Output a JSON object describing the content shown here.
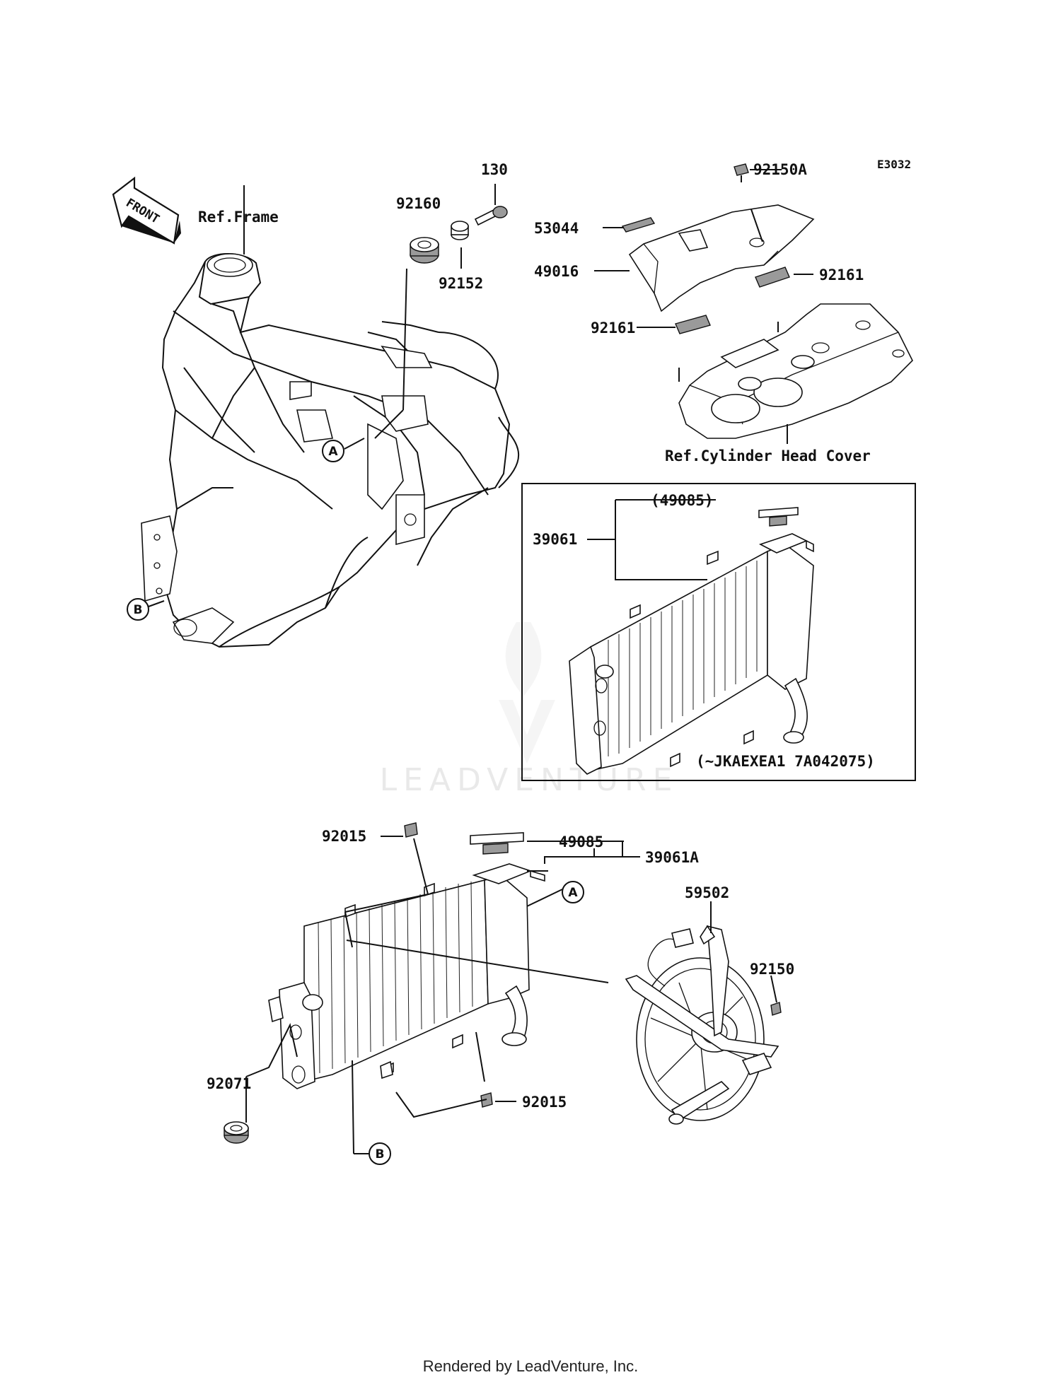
{
  "diagram_code": "E3032",
  "front_arrow": "FRONT",
  "refs": {
    "frame": "Ref.Frame",
    "cylinder_head_cover": "Ref.Cylinder Head Cover"
  },
  "parts": {
    "p130": "130",
    "p92160": "92160",
    "p92152": "92152",
    "p92150A": "92150A",
    "p53044": "53044",
    "p49016": "49016",
    "p92161_a": "92161",
    "p92161_b": "92161",
    "p49085_paren": "(49085)",
    "p39061": "39061",
    "p92015_top": "92015",
    "p49085": "49085",
    "p39061A": "39061A",
    "p59502": "59502",
    "p92150": "92150",
    "p92071": "92071",
    "p92015_bottom": "92015"
  },
  "callouts": {
    "a_frame": "A",
    "b_frame": "B",
    "a_radiator": "A",
    "b_radiator": "B"
  },
  "vin_range": "(~JKAEXEA1 7A042075)",
  "watermark": "LEADVENTURE",
  "footer": "Rendered by LeadVenture, Inc.",
  "icons": [
    "front-arrow-icon",
    "watermark-logo-icon"
  ]
}
